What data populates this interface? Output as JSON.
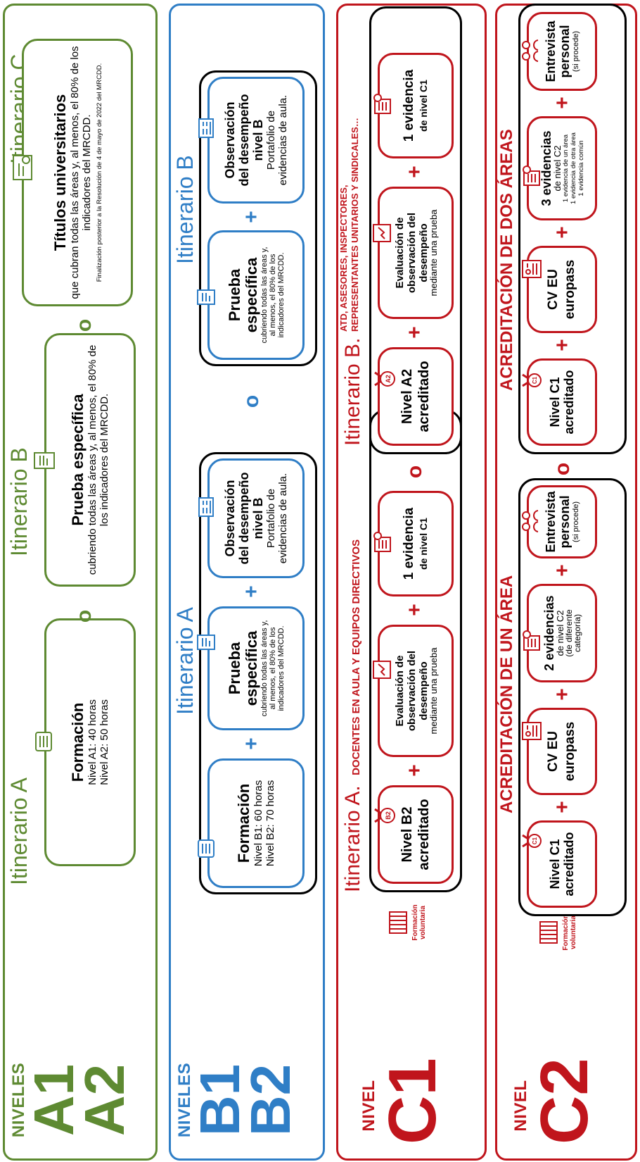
{
  "colors": {
    "green": "#5e8a32",
    "blue": "#2f7ec6",
    "red": "#c0151c"
  },
  "levelA": {
    "niveles": "NIVELES",
    "l1": "A1",
    "l2": "A2",
    "itA": {
      "title": "Itinerario A",
      "head": "Formación",
      "line1": "Nivel A1: 40 horas",
      "line2": "Nivel A2: 50 horas",
      "icon": "training-icon"
    },
    "o1": "o",
    "itB": {
      "title": "Itinerario B",
      "head": "Prueba específica",
      "line1": "cubriendo todas las áreas y, al menos, el 80% de",
      "line2": "los indicadores del MRCDD.",
      "icon": "document-icon"
    },
    "o2": "o",
    "itC": {
      "title": "Itinerario C",
      "head": "Títulos universitarios",
      "line1": "que cubran todas las áreas y,  al menos, el 80% de los",
      "line2": "indicadores del MRCDD.",
      "line3": "Finalización posterior a la Resolución de 4 de mayo de 2022 del MRCDD.",
      "icon": "diploma-icon"
    }
  },
  "levelB": {
    "niveles": "NIVELES",
    "l1": "B1",
    "l2": "B2",
    "itA": {
      "title": "Itinerario A",
      "form": {
        "head": "Formación",
        "line1": "Nivel B1: 60 horas",
        "line2": "Nivel B2: 70 horas"
      },
      "plus1": "+",
      "prueba": {
        "h1": "Prueba",
        "h2": "específica",
        "s1": "cubriendo todas las áreas y,",
        "s2": "al menos, el 80% de los",
        "s3": "indicadores del MRCDD."
      },
      "plus2": "+",
      "obs": {
        "h1": "Observación",
        "h2": "del desempeño",
        "h3": "nivel B",
        "s1": "Portafolio de",
        "s2": "evidencias de aula."
      }
    },
    "o": "o",
    "itB": {
      "title": "Itinerario B",
      "prueba": {
        "h1": "Prueba",
        "h2": "específica",
        "s1": "cubriendo todas las áreas y,",
        "s2": "al menos, el 80% de los",
        "s3": "indicadores del MRCDD."
      },
      "plus": "+",
      "obs": {
        "h1": "Observación",
        "h2": "del desempeño",
        "h3": "nivel B",
        "s1": "Portafolio de",
        "s2": "evidencias de aula."
      }
    }
  },
  "levelC1": {
    "nivel": "NIVEL",
    "code": "C1",
    "voluntaria1": "Formación",
    "voluntaria2": "voluntaria",
    "itA": {
      "title": "Itinerario A.",
      "sub": "DOCENTES EN AULA Y EQUIPOS DIRECTIVOS",
      "acc": {
        "h1": "Nivel B2",
        "h2": "acreditado",
        "badge": "B2"
      },
      "plus1": "+",
      "eval": {
        "h1": "Evaluación de",
        "h2": "observación del",
        "h3": "desempeño",
        "s1": "mediante una prueba"
      },
      "plus2": "+",
      "evid": {
        "h1": "1 evidencia",
        "h2": "de nivel C1"
      }
    },
    "o": "o",
    "itB": {
      "title": "Itinerario B.",
      "sub1": "ATD, ASESORES, INSPECTORES,",
      "sub2": "REPRESENTANTES UNITARIOS Y SINDICALES…",
      "acc": {
        "h1": "Nivel A2",
        "h2": "acreditado",
        "badge": "A2"
      },
      "plus1": "+",
      "eval": {
        "h1": "Evaluación de",
        "h2": "observación del",
        "h3": "desempeño",
        "s1": "mediante una prueba"
      },
      "plus2": "+",
      "evid": {
        "h1": "1 evidencia",
        "h2": "de nivel C1"
      }
    }
  },
  "levelC2": {
    "nivel": "NIVEL",
    "code": "C2",
    "voluntaria1": "Formación",
    "voluntaria2": "voluntaria",
    "one": {
      "title": "ACREDITACIÓN DE UN ÁREA",
      "acc": {
        "h1": "Nivel C1",
        "h2": "acreditado",
        "badge": "C1"
      },
      "plus1": "+",
      "cv": {
        "h1": "CV EU",
        "h2": "europass"
      },
      "plus2": "+",
      "ev": {
        "h1": "2 evidencias",
        "h2": "de nivel C2",
        "s1": "(de diferente",
        "s2": "categoría)"
      },
      "plus3": "+",
      "ent": {
        "h1": "Entrevista",
        "h2": "personal",
        "s1": "(si procede)"
      }
    },
    "o": "o",
    "two": {
      "title": "ACREDITACIÓN DE DOS ÁREAS",
      "acc": {
        "h1": "Nivel C1",
        "h2": "acreditado",
        "badge": "C1"
      },
      "plus1": "+",
      "cv": {
        "h1": "CV EU",
        "h2": "europass"
      },
      "plus2": "+",
      "ev": {
        "h1": "3 evidencias",
        "h2": "de nivel C2",
        "s1": "1 evidencia de un área",
        "s2": "1 evidencia de otra área",
        "s3": "1 evidencia común"
      },
      "plus3": "+",
      "ent": {
        "h1": "Entrevista",
        "h2": "personal",
        "s1": "(si procede)"
      }
    }
  }
}
